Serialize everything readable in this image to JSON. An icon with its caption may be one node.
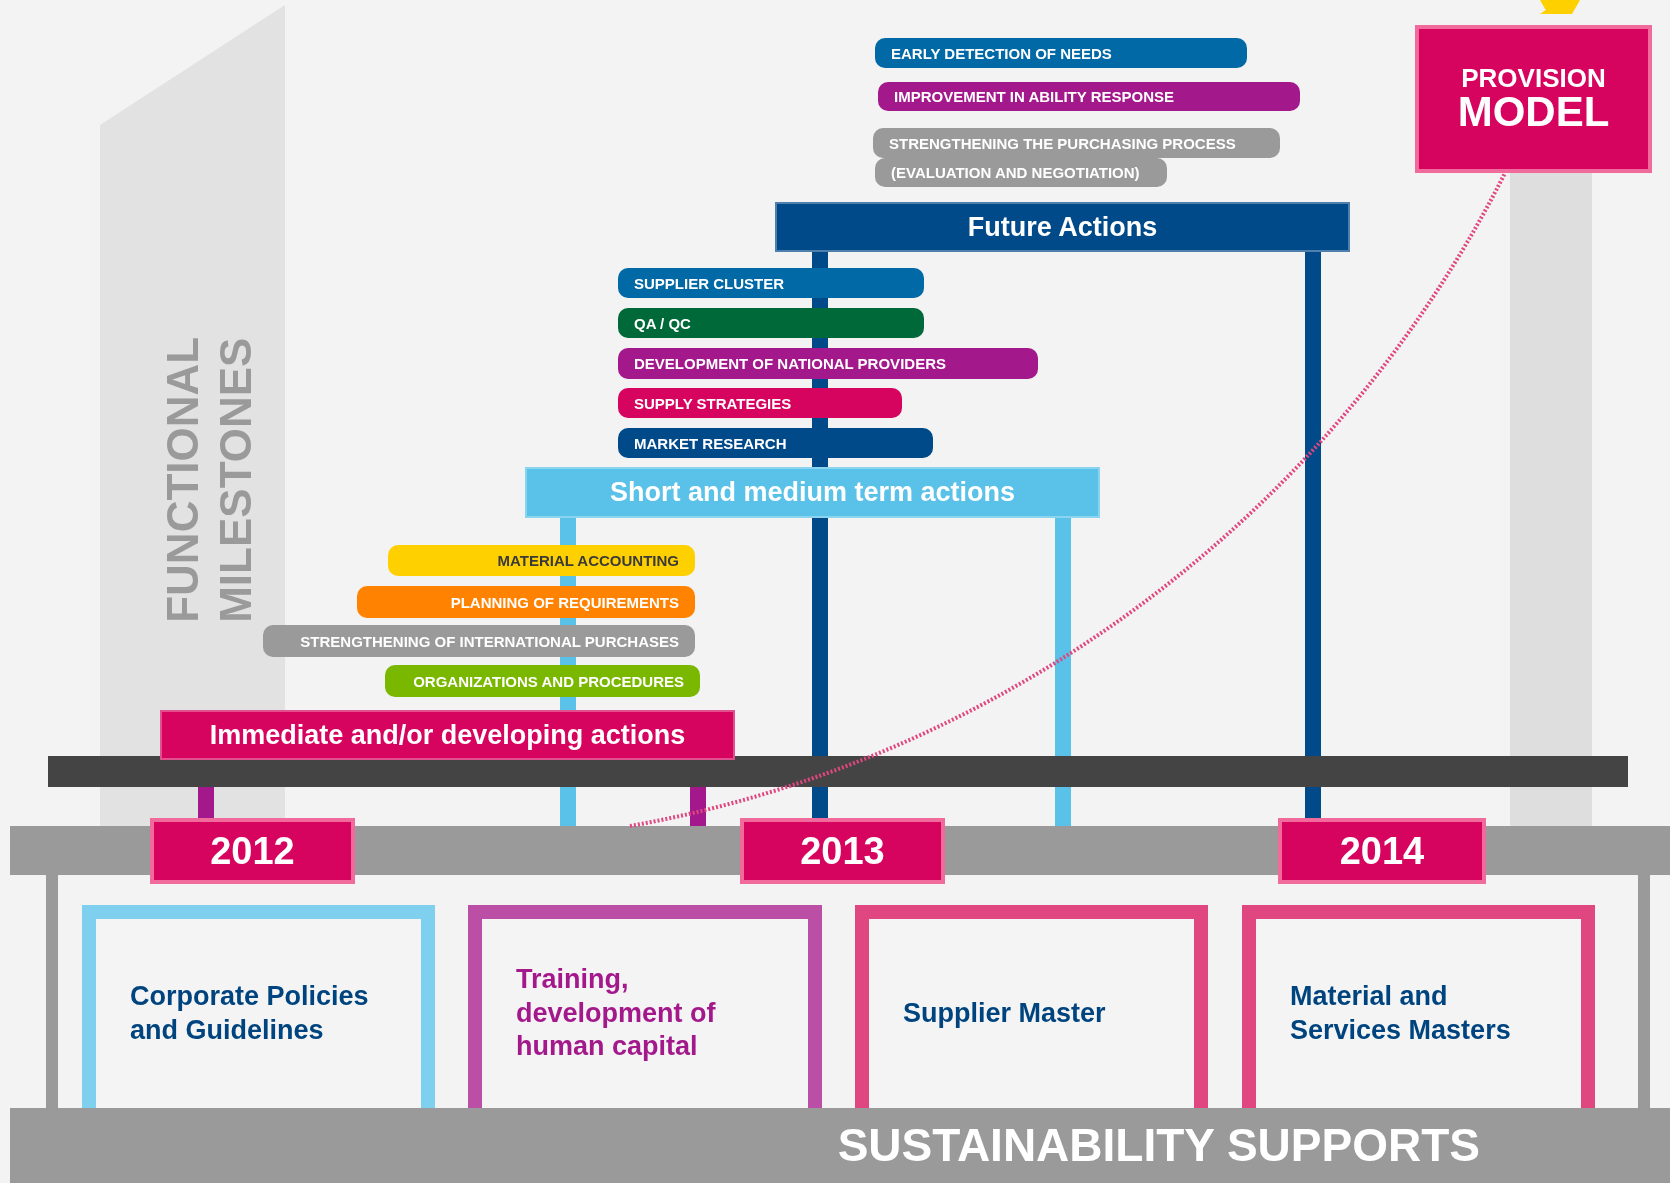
{
  "diagram": {
    "nodes": [
      {
        "text": [
          "EARLY DETECTION OF NEEDS"
        ]
      },
      {
        "text": [
          "IMPROVEMENT IN ABILITY RESPONSE"
        ]
      },
      {
        "text": [
          "STRENGTHENING  THE PURCHASING PROCESS"
        ]
      },
      {
        "text": [
          "(EVALUATION AND NEGOTIATION)"
        ]
      },
      {
        "text": [
          "PROVISION",
          "MODEL"
        ]
      },
      {
        "text": [
          "Future Actions"
        ]
      },
      {
        "text": [
          "SUPPLIER CLUSTER"
        ]
      },
      {
        "text": [
          "QA / QC"
        ]
      },
      {
        "text": [
          "DEVELOPMENT OF NATIONAL PROVIDERS"
        ]
      },
      {
        "text": [
          "SUPPLY STRATEGIES"
        ]
      },
      {
        "text": [
          "MARKET RESEARCH"
        ]
      },
      {
        "text": [
          "Short and medium term actions"
        ]
      },
      {
        "text": [
          "MATERIAL ACCOUNTING"
        ]
      },
      {
        "text": [
          "PLANNING OF REQUIREMENTS"
        ]
      },
      {
        "text": [
          "STRENGTHENING OF INTERNATIONAL PURCHASES"
        ]
      },
      {
        "text": [
          "ORGANIZATIONS AND PROCEDURES"
        ]
      },
      {
        "text": [
          "Immediate and/or developing actions"
        ]
      },
      {
        "text": [
          "2012"
        ]
      },
      {
        "text": [
          "2013"
        ]
      },
      {
        "text": [
          "2014"
        ]
      },
      {
        "text": [
          "Corporate Policies and Guidelines"
        ]
      },
      {
        "text": [
          "Training, development of human capital"
        ]
      },
      {
        "text": [
          "Supplier Master"
        ]
      },
      {
        "text": [
          "Material and Services Masters"
        ]
      },
      {
        "text": [
          "SUSTAINABILITY SUPPORTS"
        ]
      }
    ],
    "labels": [
      "FUNCTIONAL MILESTONES"
    ]
  }
}
